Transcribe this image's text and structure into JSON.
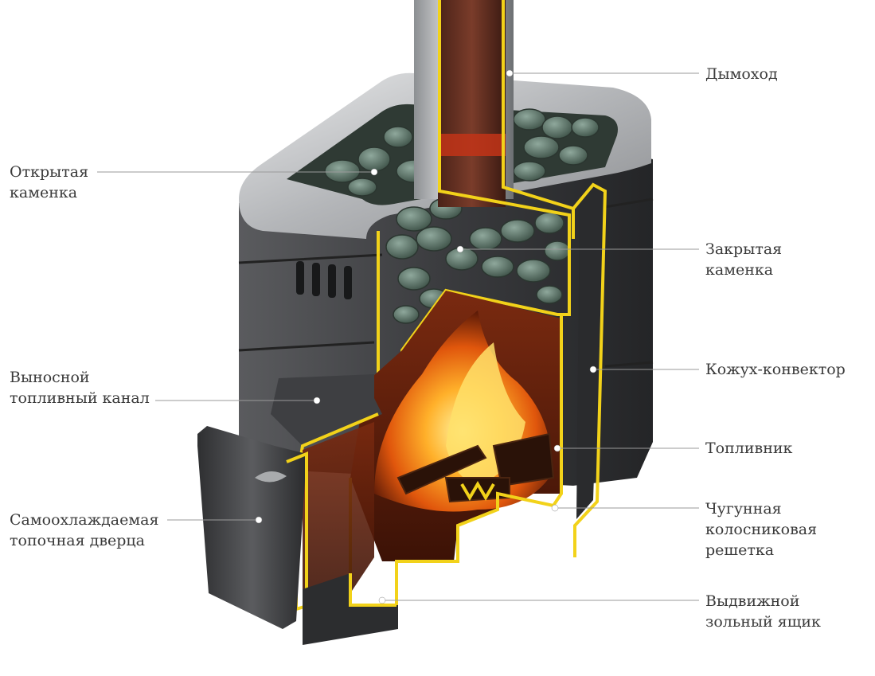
{
  "labels": {
    "chimney": [
      "Дымоход"
    ],
    "open_heater": [
      "Открытая",
      "каменка"
    ],
    "closed_heater": [
      "Закрытая",
      "каменка"
    ],
    "casing_convector": [
      "Кожух-конвектор"
    ],
    "remote_fuel_channel": [
      "Выносной",
      "топливный канал"
    ],
    "firebox": [
      "Топливник"
    ],
    "cast_iron_grate": [
      "Чугунная",
      "колосниковая",
      "решетка"
    ],
    "self_cooling_door": [
      "Самоохлаждаемая",
      "топочная дверца"
    ],
    "ash_drawer": [
      "Выдвижной",
      "зольный ящик"
    ]
  },
  "colors": {
    "outline_yellow": "#f2d21a",
    "body_dark": "#3c3d40",
    "steel_rim": "#c4c6c8",
    "fire_orange": "#f07a10",
    "stone_green": "#5d746a",
    "leader_line": "#9a9a9a",
    "label_text": "#3a3a3a"
  }
}
